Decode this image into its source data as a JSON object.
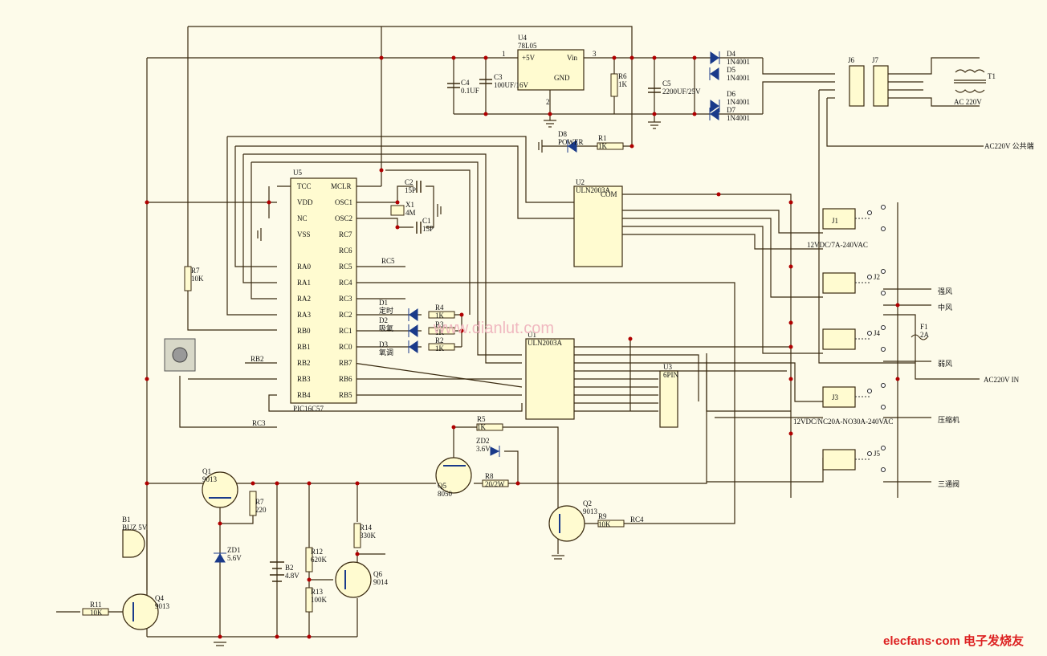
{
  "watermark": {
    "dianlut": "www.dianlut.com",
    "elecfans": "elecfans·com 电子发烧友"
  },
  "labels": [
    [
      "U4",
      "78L05"
    ],
    [
      "+5V",
      ""
    ],
    [
      "Vin",
      ""
    ],
    [
      "GND",
      ""
    ],
    [
      "1",
      ""
    ],
    [
      "3",
      ""
    ],
    [
      "2",
      ""
    ],
    [
      "C4",
      "0.1UF"
    ],
    [
      "C3",
      "100UF/16V"
    ],
    [
      "R6",
      "1K"
    ],
    [
      "C5",
      "2200UF/25V"
    ],
    [
      "D4",
      "1N4001"
    ],
    [
      "D5",
      "1N4001"
    ],
    [
      "D6",
      "1N4001"
    ],
    [
      "D7",
      "1N4001"
    ],
    [
      "J6",
      ""
    ],
    [
      "J7",
      ""
    ],
    [
      "T1",
      ""
    ],
    [
      "AC 220V",
      ""
    ],
    [
      "AC220V 公共端",
      ""
    ],
    [
      "D8",
      "POWER"
    ],
    [
      "R1",
      "1K"
    ],
    [
      "U5",
      ""
    ],
    [
      "C2",
      "15P"
    ],
    [
      "C1",
      "15P"
    ],
    [
      "X1",
      "4M"
    ],
    [
      "TCC",
      ""
    ],
    [
      "VDD",
      ""
    ],
    [
      "NC",
      ""
    ],
    [
      "VSS",
      ""
    ],
    [
      "RA0",
      ""
    ],
    [
      "RA1",
      ""
    ],
    [
      "RA2",
      ""
    ],
    [
      "RA3",
      ""
    ],
    [
      "RB0",
      ""
    ],
    [
      "RB1",
      ""
    ],
    [
      "RB2",
      ""
    ],
    [
      "RB3",
      ""
    ],
    [
      "RB4",
      ""
    ],
    [
      "PIC16C57",
      ""
    ],
    [
      "MCLR",
      ""
    ],
    [
      "OSC1",
      ""
    ],
    [
      "OSC2",
      ""
    ],
    [
      "RC7",
      ""
    ],
    [
      "RC6",
      ""
    ],
    [
      "RC5",
      ""
    ],
    [
      "RC4",
      ""
    ],
    [
      "RC3",
      ""
    ],
    [
      "RC2",
      ""
    ],
    [
      "RC1",
      ""
    ],
    [
      "RC0",
      ""
    ],
    [
      "RB7",
      ""
    ],
    [
      "RB6",
      ""
    ],
    [
      "RB5",
      ""
    ],
    [
      "R7",
      "10K"
    ],
    [
      "D1",
      "定时"
    ],
    [
      "D2",
      "吸氧"
    ],
    [
      "D3",
      "氧调"
    ],
    [
      "R4",
      "1K"
    ],
    [
      "R3",
      "1K"
    ],
    [
      "R2",
      "1K"
    ],
    [
      "U2",
      "ULN2003A"
    ],
    [
      "COM",
      ""
    ],
    [
      "U1",
      "ULN2003A"
    ],
    [
      "U3",
      "6PIN"
    ],
    [
      "J1",
      ""
    ],
    [
      "J2",
      ""
    ],
    [
      "J4",
      ""
    ],
    [
      "J3",
      ""
    ],
    [
      "J5",
      ""
    ],
    [
      "F1",
      "2A"
    ],
    [
      "12VDC/7A-240VAC",
      ""
    ],
    [
      "12VDC/NC20A-NO30A-240VAC",
      ""
    ],
    [
      "强风",
      ""
    ],
    [
      "中风",
      ""
    ],
    [
      "弱风",
      ""
    ],
    [
      "AC220V IN",
      ""
    ],
    [
      "压缩机",
      ""
    ],
    [
      "三通阀",
      ""
    ],
    [
      "R5",
      "1K"
    ],
    [
      "ZD2",
      "3.6V"
    ],
    [
      "Q5",
      "8050"
    ],
    [
      "R8",
      "20/2W"
    ],
    [
      "Q2",
      "9013"
    ],
    [
      "R9",
      "10K"
    ],
    [
      "Q1",
      "9013"
    ],
    [
      "R7b",
      "220"
    ],
    [
      "ZD1",
      "5.6V"
    ],
    [
      "B2",
      "4.8V"
    ],
    [
      "R12",
      "620K"
    ],
    [
      "R13",
      "100K"
    ],
    [
      "R14",
      "330K"
    ],
    [
      "Q6",
      "9014"
    ],
    [
      "B1",
      "BUZ 5V"
    ],
    [
      "R11",
      "10K"
    ],
    [
      "Q4",
      "9013"
    ],
    [
      "RC5b",
      ""
    ],
    [
      "RC3b",
      ""
    ],
    [
      "RB2b",
      ""
    ],
    [
      "RC4b",
      ""
    ]
  ]
}
